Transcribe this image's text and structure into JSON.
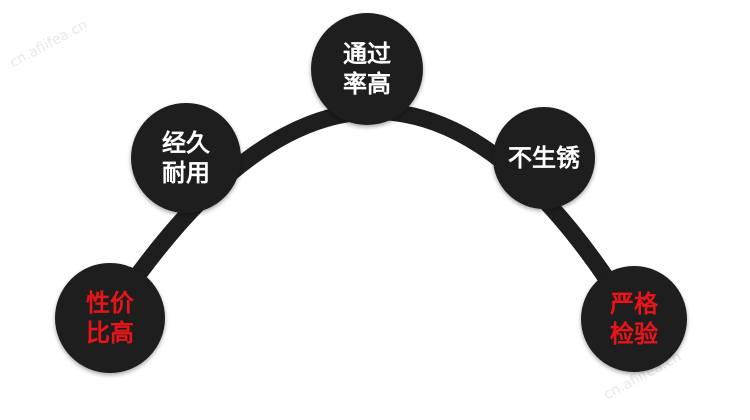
{
  "colors": {
    "arc": "#1e1e1e",
    "node_fill": "#1e1e1e",
    "text_white": "#ffffff",
    "text_red": "#e8141a"
  },
  "watermark": "cn.afiifea.cn",
  "nodes": [
    {
      "id": "cost-performance",
      "lines": [
        "性价",
        "比高"
      ],
      "text_color": "red"
    },
    {
      "id": "durable",
      "lines": [
        "经久",
        "耐用"
      ],
      "text_color": "white"
    },
    {
      "id": "pass-rate",
      "lines": [
        "通过",
        "率高"
      ],
      "text_color": "white"
    },
    {
      "id": "rust-free",
      "lines": [
        "不生锈"
      ],
      "text_color": "white"
    },
    {
      "id": "strict-inspection",
      "lines": [
        "严格",
        "检验"
      ],
      "text_color": "red"
    }
  ]
}
